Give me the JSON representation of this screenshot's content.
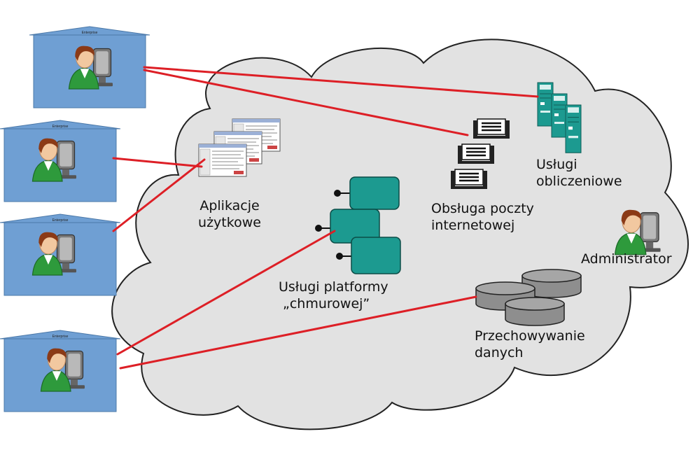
{
  "colors": {
    "cloud_fill": "#e2e2e2",
    "cloud_stroke": "#222222",
    "link_red": "#dd1f26",
    "enterprise_blue": "#6f9fd3",
    "teal": "#1c9a90",
    "person_green": "#2e9a3c",
    "hair": "#8b3a16",
    "disk_gray": "#9a9a9a"
  },
  "enterprises": [
    {
      "label": "Enterprise"
    },
    {
      "label": "Enterprise"
    },
    {
      "label": "Enterprise"
    },
    {
      "label": "Enterprise"
    }
  ],
  "services": {
    "applications": {
      "line1": "Aplikacje",
      "line2": "użytkowe",
      "icon": "application-windows-icon"
    },
    "platform": {
      "line1": "Usługi platformy",
      "line2": "„chmurowej”",
      "icon": "platform-blocks-icon"
    },
    "email": {
      "line1": "Obsługa poczty",
      "line2": "internetowej",
      "icon": "mail-trays-icon"
    },
    "compute": {
      "line1": "Usługi",
      "line2": "obliczeniowe",
      "icon": "server-racks-icon"
    },
    "storage": {
      "line1": "Przechowywanie",
      "line2": "danych",
      "icon": "storage-disks-icon"
    },
    "administrator": {
      "label": "Administrator",
      "icon": "administrator-icon"
    }
  }
}
